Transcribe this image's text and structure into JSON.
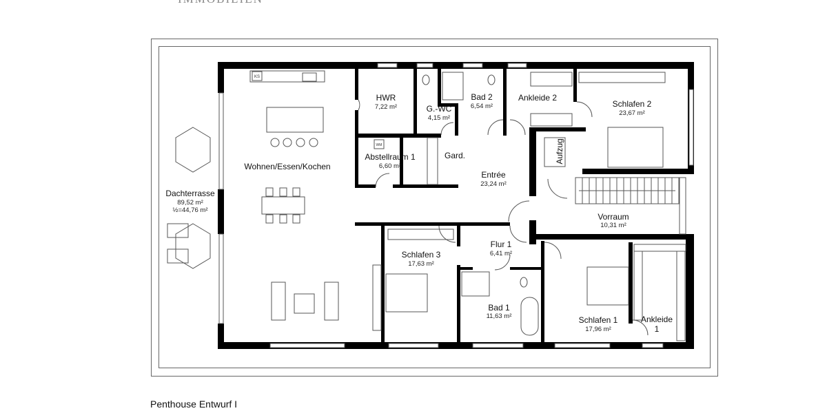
{
  "logo_text": "IMMOBILIEN",
  "caption": "Penthouse Entwurf I",
  "rooms": {
    "wohnen": {
      "name": "Wohnen/Essen/Kochen"
    },
    "hwr": {
      "name": "HWR",
      "area": "7,22 m²"
    },
    "gwc": {
      "name": "G.-WC",
      "area": "4,15 m²"
    },
    "bad2": {
      "name": "Bad 2",
      "area": "6,54 m²"
    },
    "ankleide2": {
      "name": "Ankleide 2"
    },
    "schlafen2": {
      "name": "Schlafen 2",
      "area": "23,67 m²"
    },
    "abstellraum1": {
      "name": "Abstellraum 1",
      "area": "6,60 m²"
    },
    "gard": {
      "name": "Gard."
    },
    "entree": {
      "name": "Entrée",
      "area": "23,24 m²"
    },
    "aufzug": {
      "name": "Aufzug"
    },
    "vorraum": {
      "name": "Vorraum",
      "area": "10,31 m²"
    },
    "dachterrasse": {
      "name": "Dachterrasse",
      "area": "89,52 m²",
      "half_area": "½=44,76 m²"
    },
    "schlafen3": {
      "name": "Schlafen 3",
      "area": "17,63 m²"
    },
    "flur1": {
      "name": "Flur 1",
      "area": "6,41 m²"
    },
    "bad1": {
      "name": "Bad 1",
      "area": "11,63 m²"
    },
    "schlafen1": {
      "name": "Schlafen 1",
      "area": "17,96 m²"
    },
    "ankleide1": {
      "name": "Ankleide",
      "name_line2": "1"
    }
  },
  "fixtures": {
    "fridge": "KS",
    "washer": "WM"
  }
}
